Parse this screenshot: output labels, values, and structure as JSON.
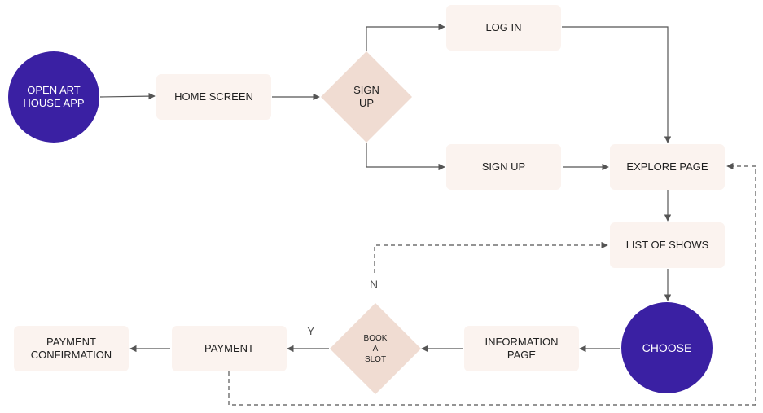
{
  "colors": {
    "box_fill": "#fbf3ef",
    "circle_fill": "#3a20a3",
    "diamond_fill": "#f0dcd2",
    "line": "#555555"
  },
  "nodes": {
    "open_app": "OPEN ART\nHOUSE APP",
    "home_screen": "HOME SCREEN",
    "sign_up_decision": "SIGN\nUP",
    "log_in": "LOG IN",
    "sign_up": "SIGN UP",
    "explore_page": "EXPLORE PAGE",
    "list_of_shows": "LIST OF SHOWS",
    "choose": "CHOOSE",
    "information_page": "INFORMATION\nPAGE",
    "book_a_slot": "BOOK\nA\nSLOT",
    "payment": "PAYMENT",
    "payment_confirmation": "PAYMENT\nCONFIRMATION"
  },
  "edge_labels": {
    "no": "N",
    "yes": "Y"
  }
}
